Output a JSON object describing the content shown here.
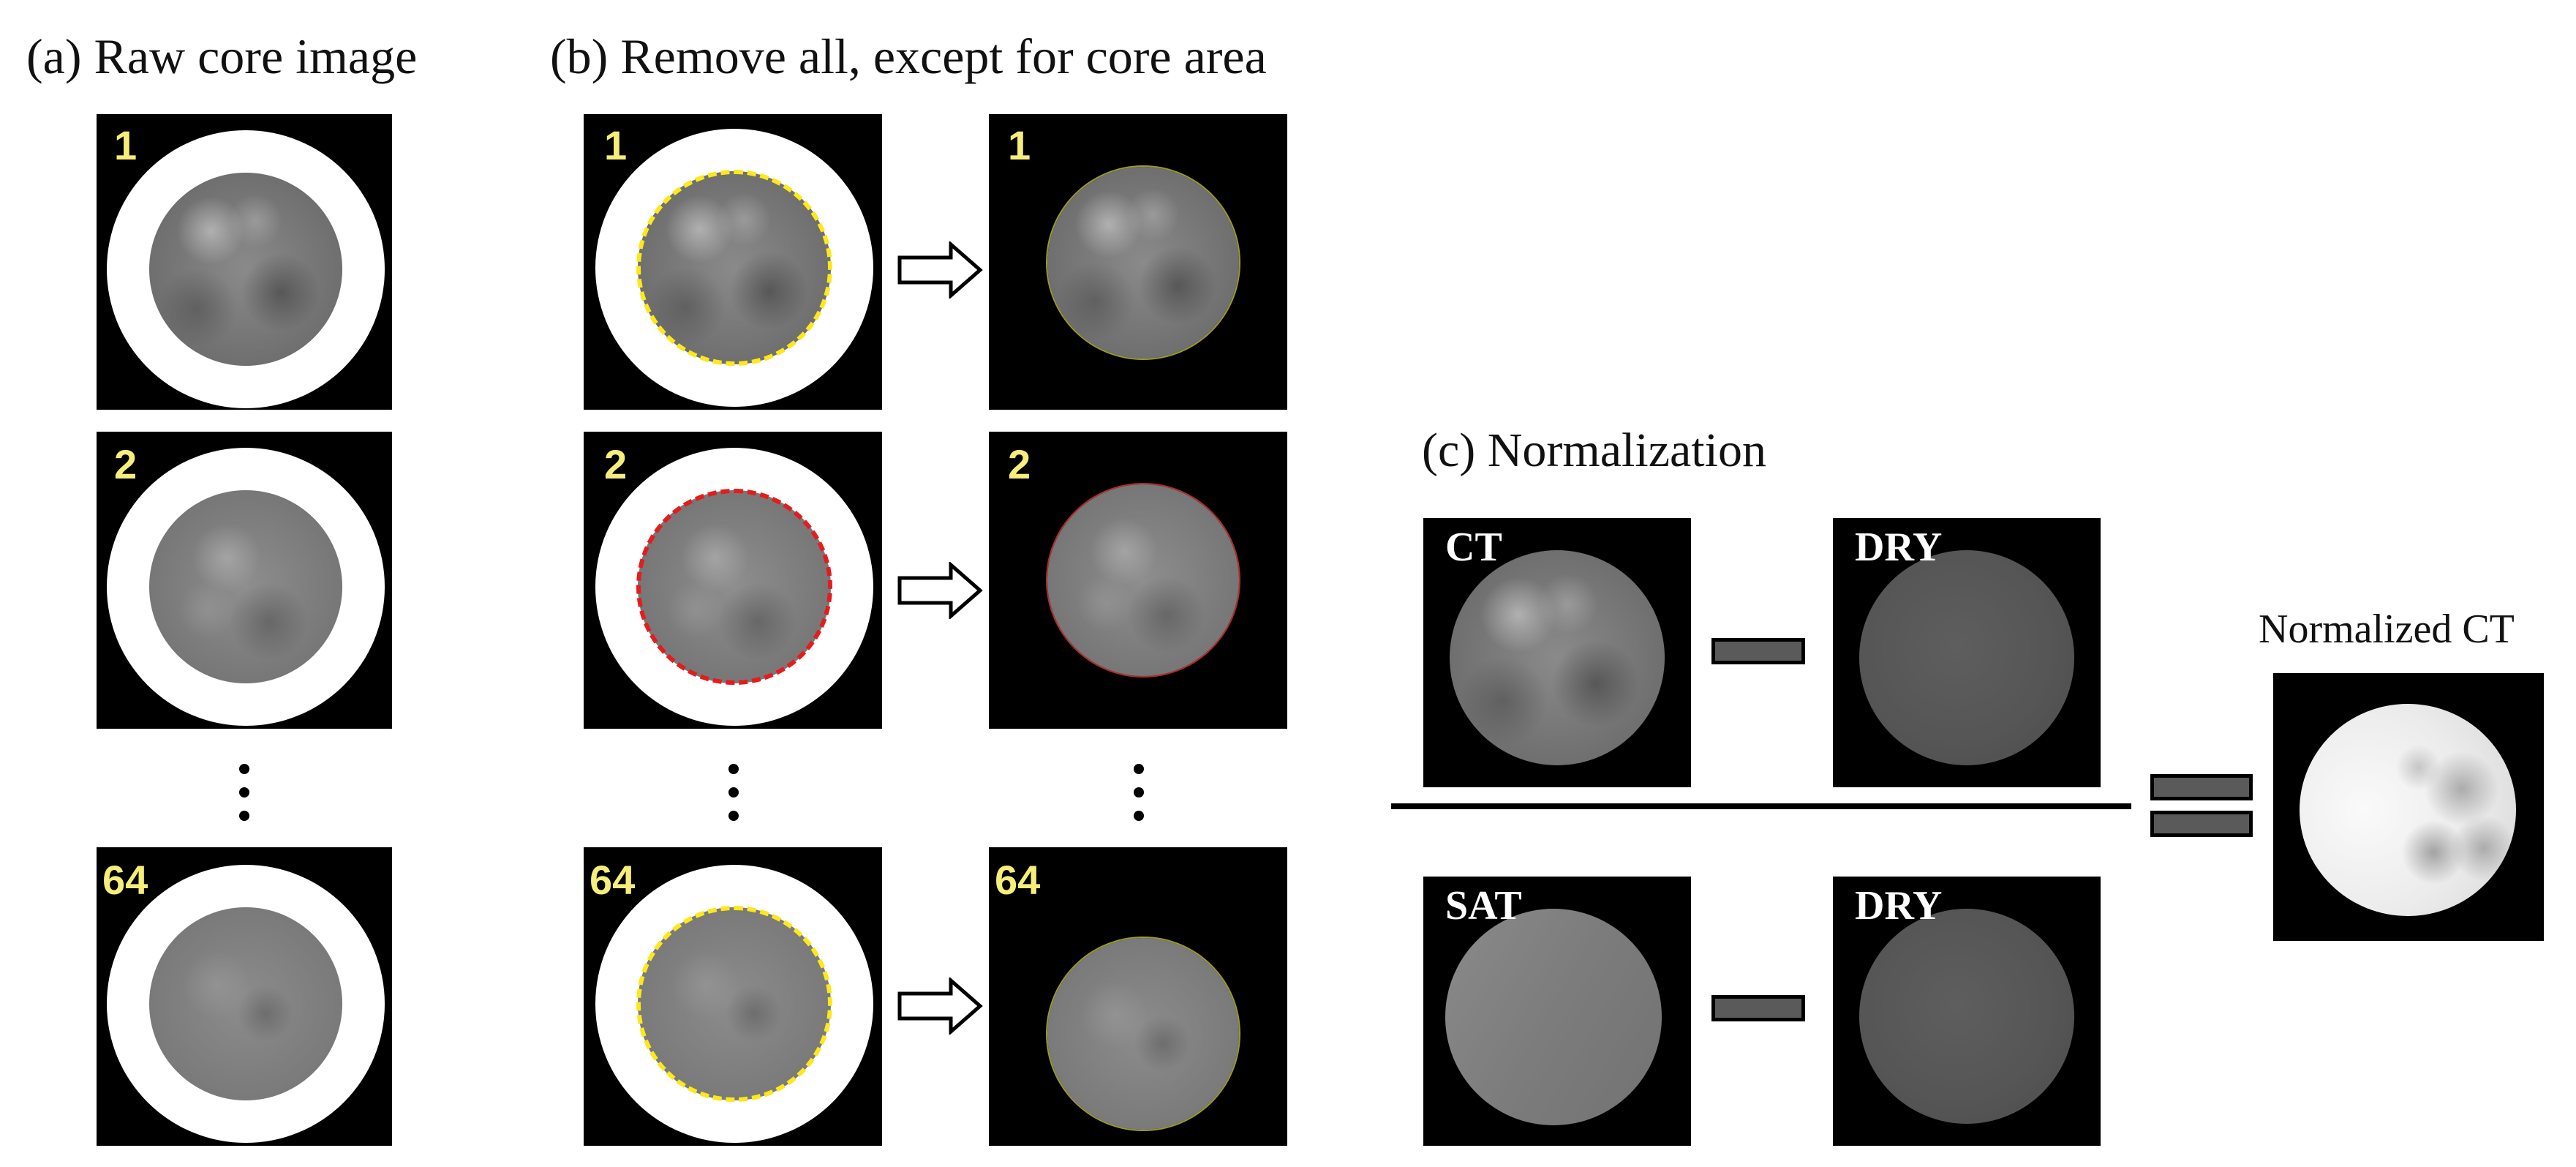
{
  "captions": {
    "panel_a": "(a) Raw core image",
    "panel_b": "(b) Remove all, except for core area",
    "panel_c": "(c) Normalization",
    "normalized": "Normalized CT"
  },
  "slices": {
    "first": "1",
    "second": "2",
    "last": "64"
  },
  "terms": {
    "ct": "CT",
    "dry_top": "DRY",
    "sat": "SAT",
    "dry_bottom": "DRY"
  },
  "colors": {
    "frame_bg": "#000000",
    "ring": "#ffffff",
    "label_yellow": "#f6ee7a",
    "mask_yellow": "#ffe81a",
    "mask_red": "#e51c1c",
    "operator_fill": "#5a5a5a"
  },
  "icons": {
    "arrow": "right-outline-arrow-icon",
    "ellipsis": "vertical-ellipsis-icon",
    "minus": "minus-sign-icon",
    "equals": "equals-sign-icon"
  }
}
